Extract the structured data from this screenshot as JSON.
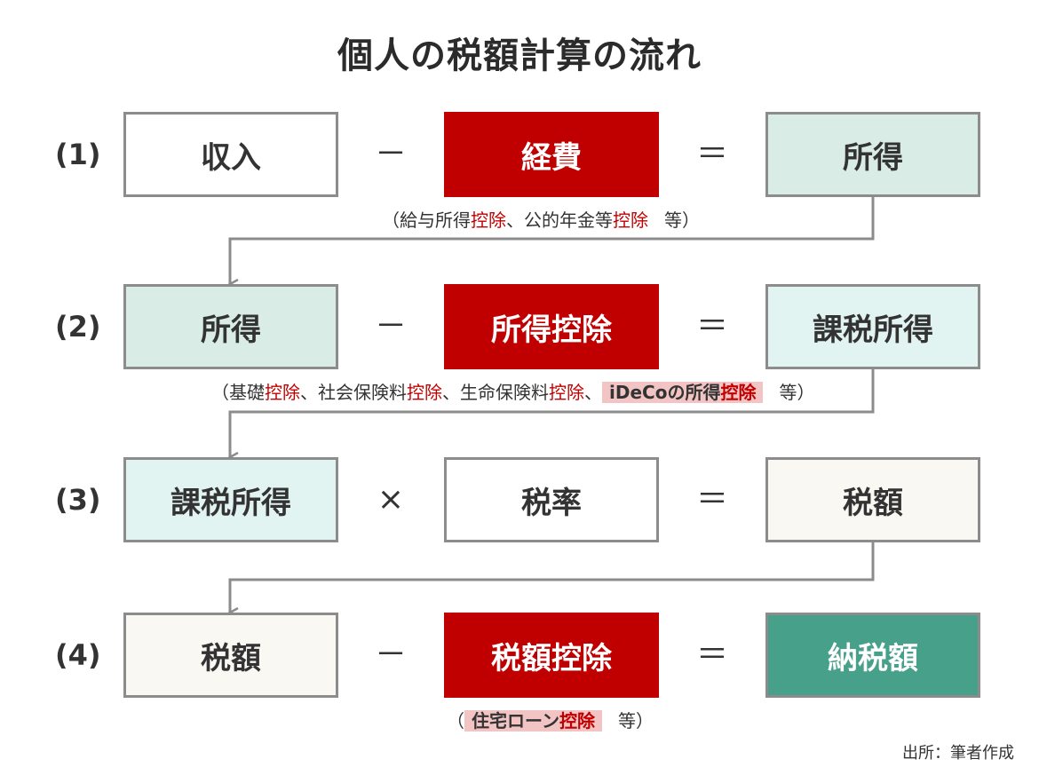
{
  "title": "個人の税額計算の流れ",
  "rows": [
    {
      "label": "(1)",
      "left": "収入",
      "op": "－",
      "middle": "経費",
      "eq": "＝",
      "right": "所得",
      "note": {
        "open": "（",
        "a": "給与所得",
        "b": "控除",
        "c": "、公的年金等",
        "d": "控除",
        "e": "等）"
      }
    },
    {
      "label": "(2)",
      "left": "所得",
      "op": "－",
      "middle": "所得控除",
      "eq": "＝",
      "right": "課税所得",
      "note": {
        "open": "（基礎",
        "a": "控除",
        "b": "、社会保険料",
        "c": "控除",
        "d": "、生命保険料",
        "e": "控除",
        "f": "、",
        "g": "iDeCoの所得",
        "h": "控除",
        "i": "等）"
      }
    },
    {
      "label": "(3)",
      "left": "課税所得",
      "op": "×",
      "middle": "税率",
      "eq": "＝",
      "right": "税額"
    },
    {
      "label": "(4)",
      "left": "税額",
      "op": "－",
      "middle": "税額控除",
      "eq": "＝",
      "right": "納税額",
      "note": {
        "open": "（",
        "a": "住宅ローン",
        "b": "控除",
        "c": "等）"
      }
    }
  ],
  "source": "出所：筆者作成",
  "colors": {
    "red": "#c00000",
    "mint": "#d9ede6",
    "green": "#47a08a",
    "cream": "#f9f8f3",
    "highlight": "#f2c4c4",
    "border": "#8c8c8c"
  }
}
